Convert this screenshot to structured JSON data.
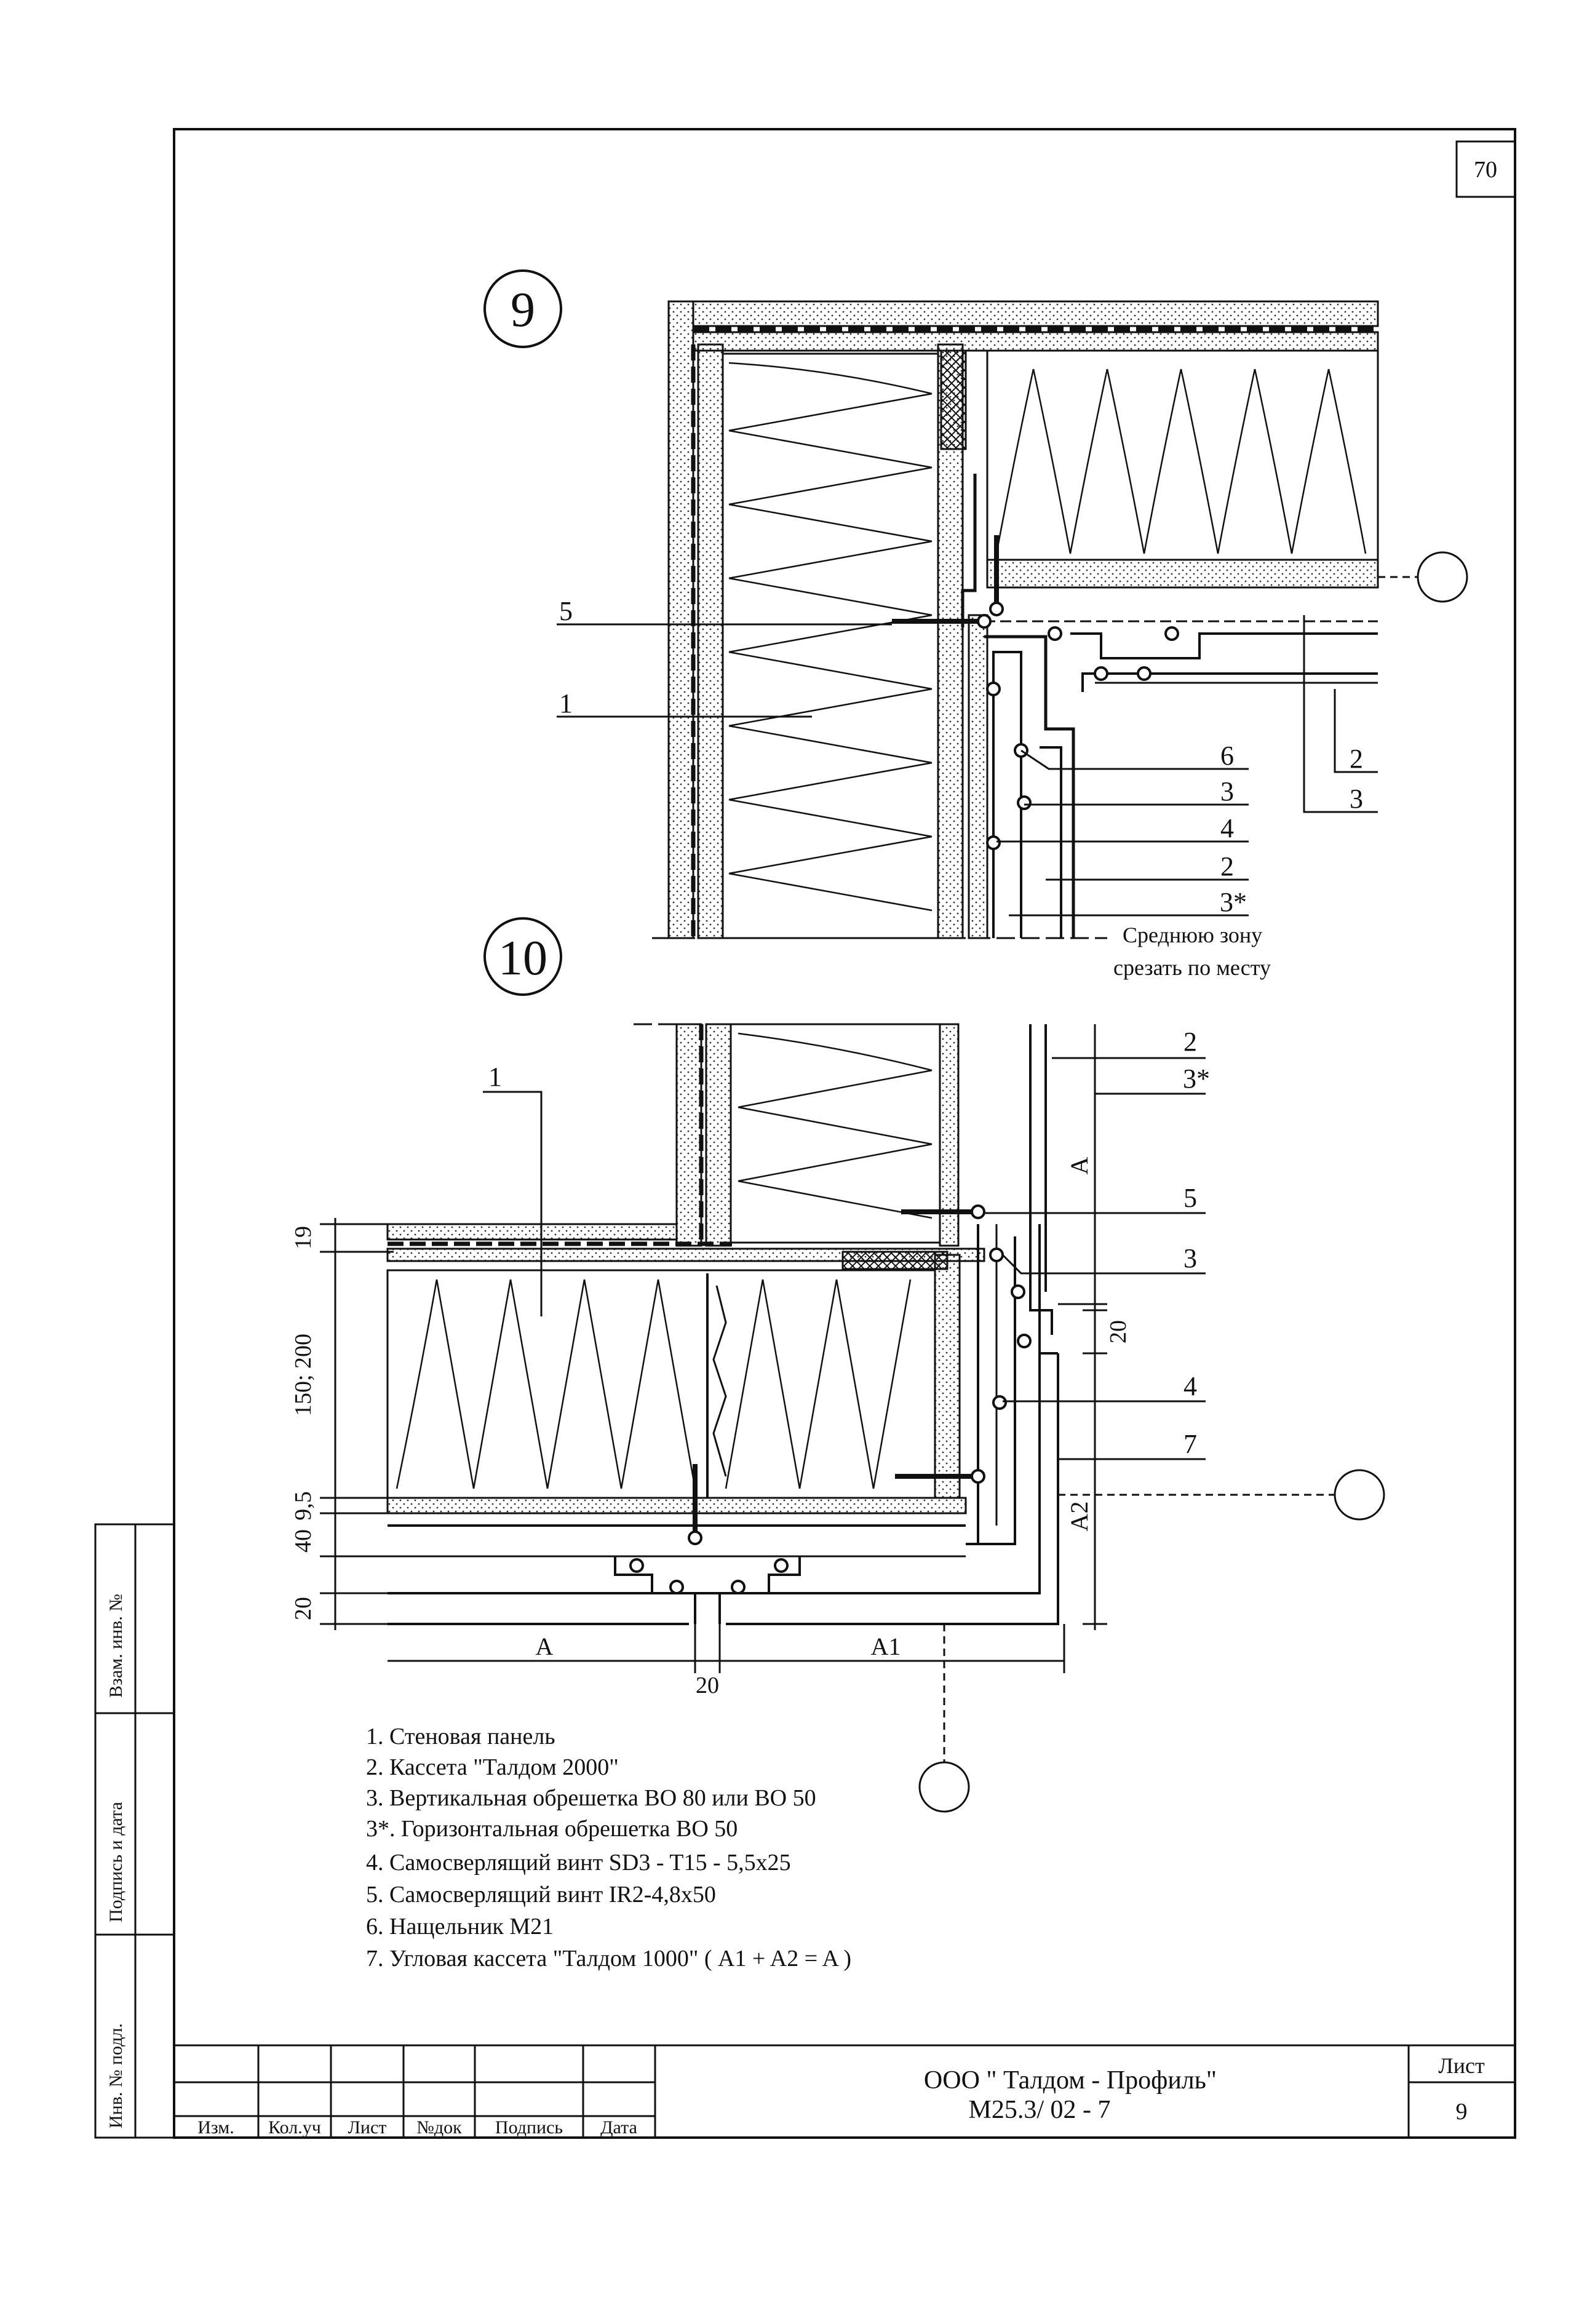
{
  "sheet_corner_number": "70",
  "details": [
    {
      "number": "9"
    },
    {
      "number": "10"
    }
  ],
  "detail9": {
    "callouts_left": [
      "5",
      "1"
    ],
    "callouts_right": [
      "6",
      "3",
      "4",
      "2",
      "3*"
    ],
    "callouts_far_right": [
      "2",
      "3"
    ],
    "note_line1": "Среднюю зону",
    "note_line2": "срезать  по месту"
  },
  "detail10": {
    "callout_left": "1",
    "callouts_right": [
      "2",
      "3*",
      "5",
      "3",
      "4",
      "7"
    ],
    "dims_left": [
      "19",
      "150; 200",
      "9,5",
      "40",
      "20"
    ],
    "dim_gap": "20",
    "dim_bottom": [
      "A",
      "A1"
    ],
    "dim_bottom_gap": "20",
    "dim_right": [
      "A",
      "A2"
    ]
  },
  "legend": [
    "1. Стеновая панель",
    "2. Кассета \"Талдом 2000\"",
    "3. Вертикальная обрешетка ВО 80 или ВО 50",
    "3*. Горизонтальная обрешетка  ВО 50",
    "4. Самосверлящий винт SD3 - T15 - 5,5x25",
    "5. Самосверлящий винт IR2-4,8x50",
    "6. Нащельник М21",
    "7. Угловая кассета \"Талдом 1000\" ( A1 + A2 = A )"
  ],
  "side_stamp": [
    "Взам. инв. №",
    "Подпись и дата",
    "Инв. № подл."
  ],
  "title_block": {
    "columns": [
      "Изм.",
      "Кол.уч",
      "Лист",
      "№док",
      "Подпись",
      "Дата"
    ],
    "company": "ООО \" Талдом - Профиль\"",
    "code": "М25.3/ 02 - 7",
    "sheet_label": "Лист",
    "sheet_number": "9"
  }
}
